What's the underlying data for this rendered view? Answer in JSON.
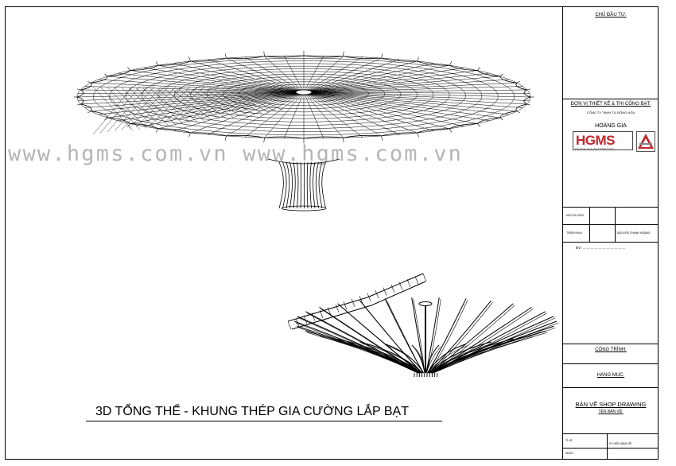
{
  "watermark": "www.hgms.com.vn  www.hgms.com.vn",
  "caption": "3D TỔNG THỂ  - KHUNG THÉP GIA CƯỜNG LẮP BẠT",
  "title_block": {
    "owner_label": "CHỦ ĐẦU TƯ:",
    "designer_label": "ĐƠN VỊ THIẾT KẾ & THI CÔNG BẠT:",
    "company_small": "CÔNG TY TNHH TỰ ĐỘNG HÓA",
    "company_name": "HOÀNG GIA",
    "logo_text": "HGMS",
    "logo_sub": "HOANG GIA AUTOMATION",
    "checker_label": "NGƯỜI KIỂM",
    "deployer_label": "TRIỂN KHAI",
    "deployer_name": "NGUYỄN THANH HOÀNG",
    "dv_label": "ĐV: ...........................................",
    "project_label": "CÔNG TRÌNH:",
    "item_label": "HẠNG MỤC:",
    "drawing_type": "BẢN VẼ SHOP DRAWING",
    "drawing_name_label": "TÊN BẢN VẼ:",
    "scale_label": "TỈ LỆ:",
    "date_label": "NGÀY:",
    "code_label": "KÝ HIỆU BẢN VẼ:"
  }
}
